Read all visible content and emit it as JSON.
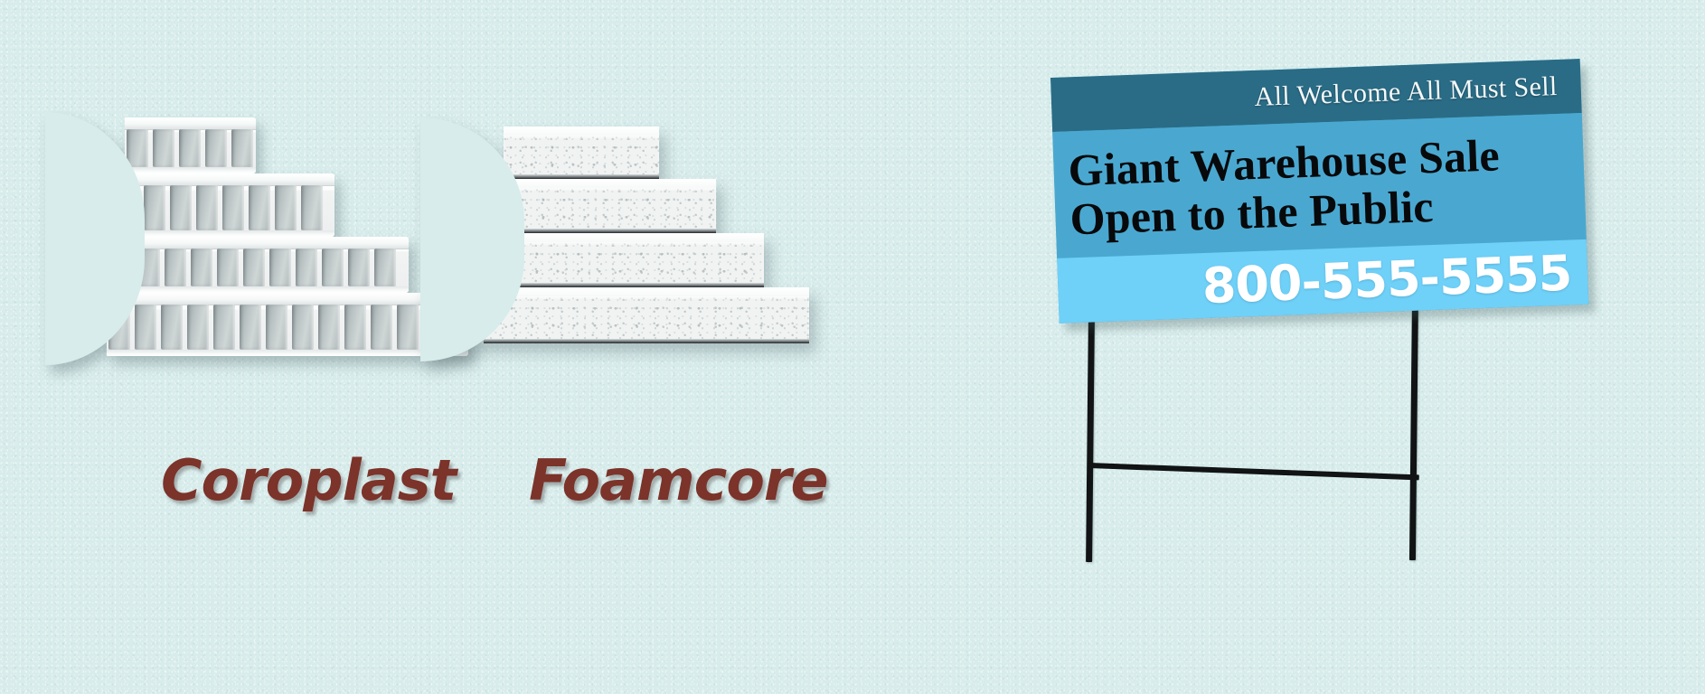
{
  "background": {
    "color": "#d7eceb",
    "texture": "paper-grain"
  },
  "materials": [
    {
      "id": "coroplast",
      "label": "Coroplast",
      "label_color": "#7b332a",
      "sample_description": "stepped white corrugated fluted plastic sheets",
      "layer_count": 4
    },
    {
      "id": "foamcore",
      "label": "Foamcore",
      "label_color": "#7b332a",
      "sample_description": "stepped white solid foam boards with speckled cut edges",
      "layer_count": 4
    }
  ],
  "yard_sign": {
    "bands": {
      "top": {
        "text": "All Welcome All Must Sell",
        "background": "#2a6c86",
        "text_color": "#f4f9fa"
      },
      "middle": {
        "line1": "Giant Warehouse Sale",
        "line2": "Open to the Public",
        "background": "#4aa8d0",
        "text_color": "#07090b"
      },
      "bottom": {
        "phone": "800-555-5555",
        "background": "#6fd0f8",
        "text_color": "#ffffff"
      }
    },
    "stake": {
      "type": "h-frame-wire-stake",
      "color": "#111314"
    }
  }
}
